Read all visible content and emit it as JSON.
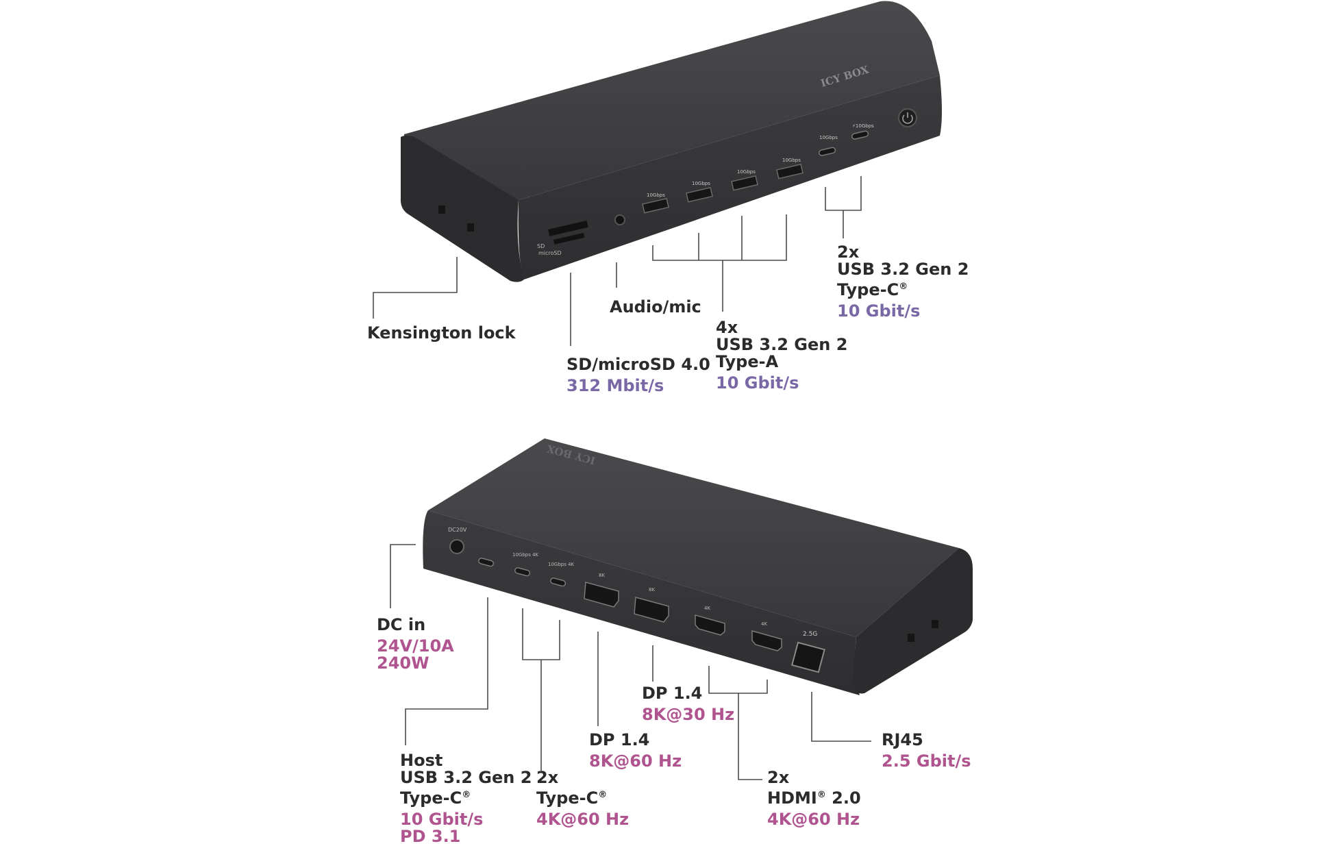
{
  "colors": {
    "line": "#4a4a4a",
    "text": "#2b2b2b",
    "top_spec": "#7a68a6",
    "bottom_spec": "#b0548f",
    "device": "#3a3a3c",
    "device_side": "#2c2c2e"
  },
  "device_text": {
    "brand": "ICY BOX",
    "sd": "SD",
    "microsd": "microSD",
    "speed_10gbps": "10Gbps",
    "power_10gbps": "⚡10Gbps",
    "dc": "DC20V",
    "c_4k": "10Gbps  4K",
    "dp_8k": "8K",
    "hdmi_4k": "4K",
    "rj45": "2.5G"
  },
  "front_labels": {
    "kensington": {
      "title": "Kensington lock"
    },
    "sd": {
      "title": "SD/microSD 4.0",
      "spec": "312 Mbit/s"
    },
    "audio": {
      "title": "Audio/mic"
    },
    "usba": {
      "l1": "4x",
      "l2": "USB 3.2 Gen 2",
      "l3": "Type-A",
      "spec": "10 Gbit/s"
    },
    "usbc": {
      "l1": "2x",
      "l2": "USB 3.2 Gen 2",
      "l3": "Type-C",
      "reg": "®",
      "spec": "10 Gbit/s"
    }
  },
  "rear_labels": {
    "dc": {
      "title": "DC in",
      "spec1": "24V/10A",
      "spec2": "240W"
    },
    "host": {
      "l1": "Host",
      "l2": "USB 3.2 Gen 2",
      "l3": "Type-C",
      "reg": "®",
      "spec1": "10 Gbit/s",
      "spec2": "PD 3.1"
    },
    "typec": {
      "l1": "2x",
      "l2": "Type-C",
      "reg": "®",
      "spec": "4K@60 Hz"
    },
    "dp60": {
      "title": "DP 1.4",
      "spec": "8K@60 Hz"
    },
    "dp30": {
      "title": "DP 1.4",
      "spec": "8K@30 Hz"
    },
    "hdmi": {
      "l1": "2x",
      "l2a": "HDMI",
      "reg": "®",
      "l2b": " 2.0",
      "spec": "4K@60 Hz"
    },
    "rj45": {
      "title": "RJ45",
      "spec": "2.5 Gbit/s"
    }
  }
}
